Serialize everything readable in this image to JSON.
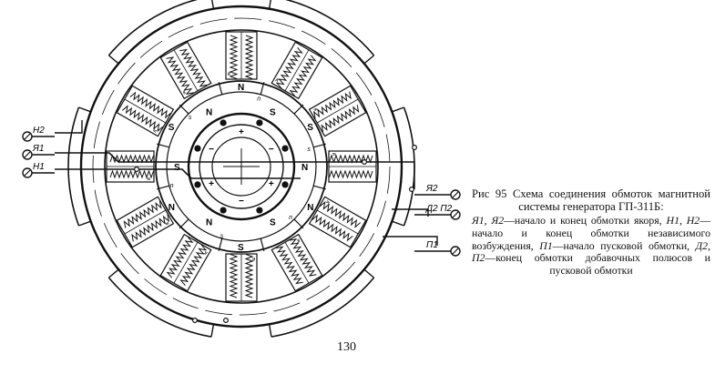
{
  "diagram": {
    "main_poles": [
      {
        "letter": "N",
        "angle": -90
      },
      {
        "letter": "S",
        "angle": -30
      },
      {
        "letter": "N",
        "angle": 30
      },
      {
        "letter": "S",
        "angle": 90
      },
      {
        "letter": "N",
        "angle": 150
      },
      {
        "letter": "S",
        "angle": 210
      }
    ],
    "aux_poles": [
      {
        "letter": "S",
        "angle": -60
      },
      {
        "letter": "N",
        "angle": 0
      },
      {
        "letter": "S",
        "angle": 60
      },
      {
        "letter": "N",
        "angle": 120
      },
      {
        "letter": "S",
        "angle": 180
      },
      {
        "letter": "N",
        "angle": 240
      }
    ],
    "small_letters": [
      "n",
      "s",
      "n",
      "s",
      "n",
      "s"
    ],
    "terminals_left": [
      {
        "label": "Н2"
      },
      {
        "label": "Я1"
      },
      {
        "label": "Н1"
      }
    ],
    "terminals_right": [
      {
        "label": "Я2"
      },
      {
        "label": "Д2 П2"
      },
      {
        "label": "П1"
      }
    ]
  },
  "caption": {
    "title": "Рис 95 Схема соединения обмоток магнитной системы генератора ГП-311Б:",
    "parts": [
      {
        "lbl": "Я1, Я2",
        "text": "—начало и конец обмотки якоря, "
      },
      {
        "lbl": "Н1, Н2",
        "text": "—начало и конец обмотки независимого возбуждения, "
      },
      {
        "lbl": "П1",
        "text": "—начало пусковой обмотки, "
      },
      {
        "lbl": "Д2, П2",
        "text": "—конец обмотки добавочных полюсов и пусковой обмотки"
      }
    ]
  },
  "page_number": "130"
}
